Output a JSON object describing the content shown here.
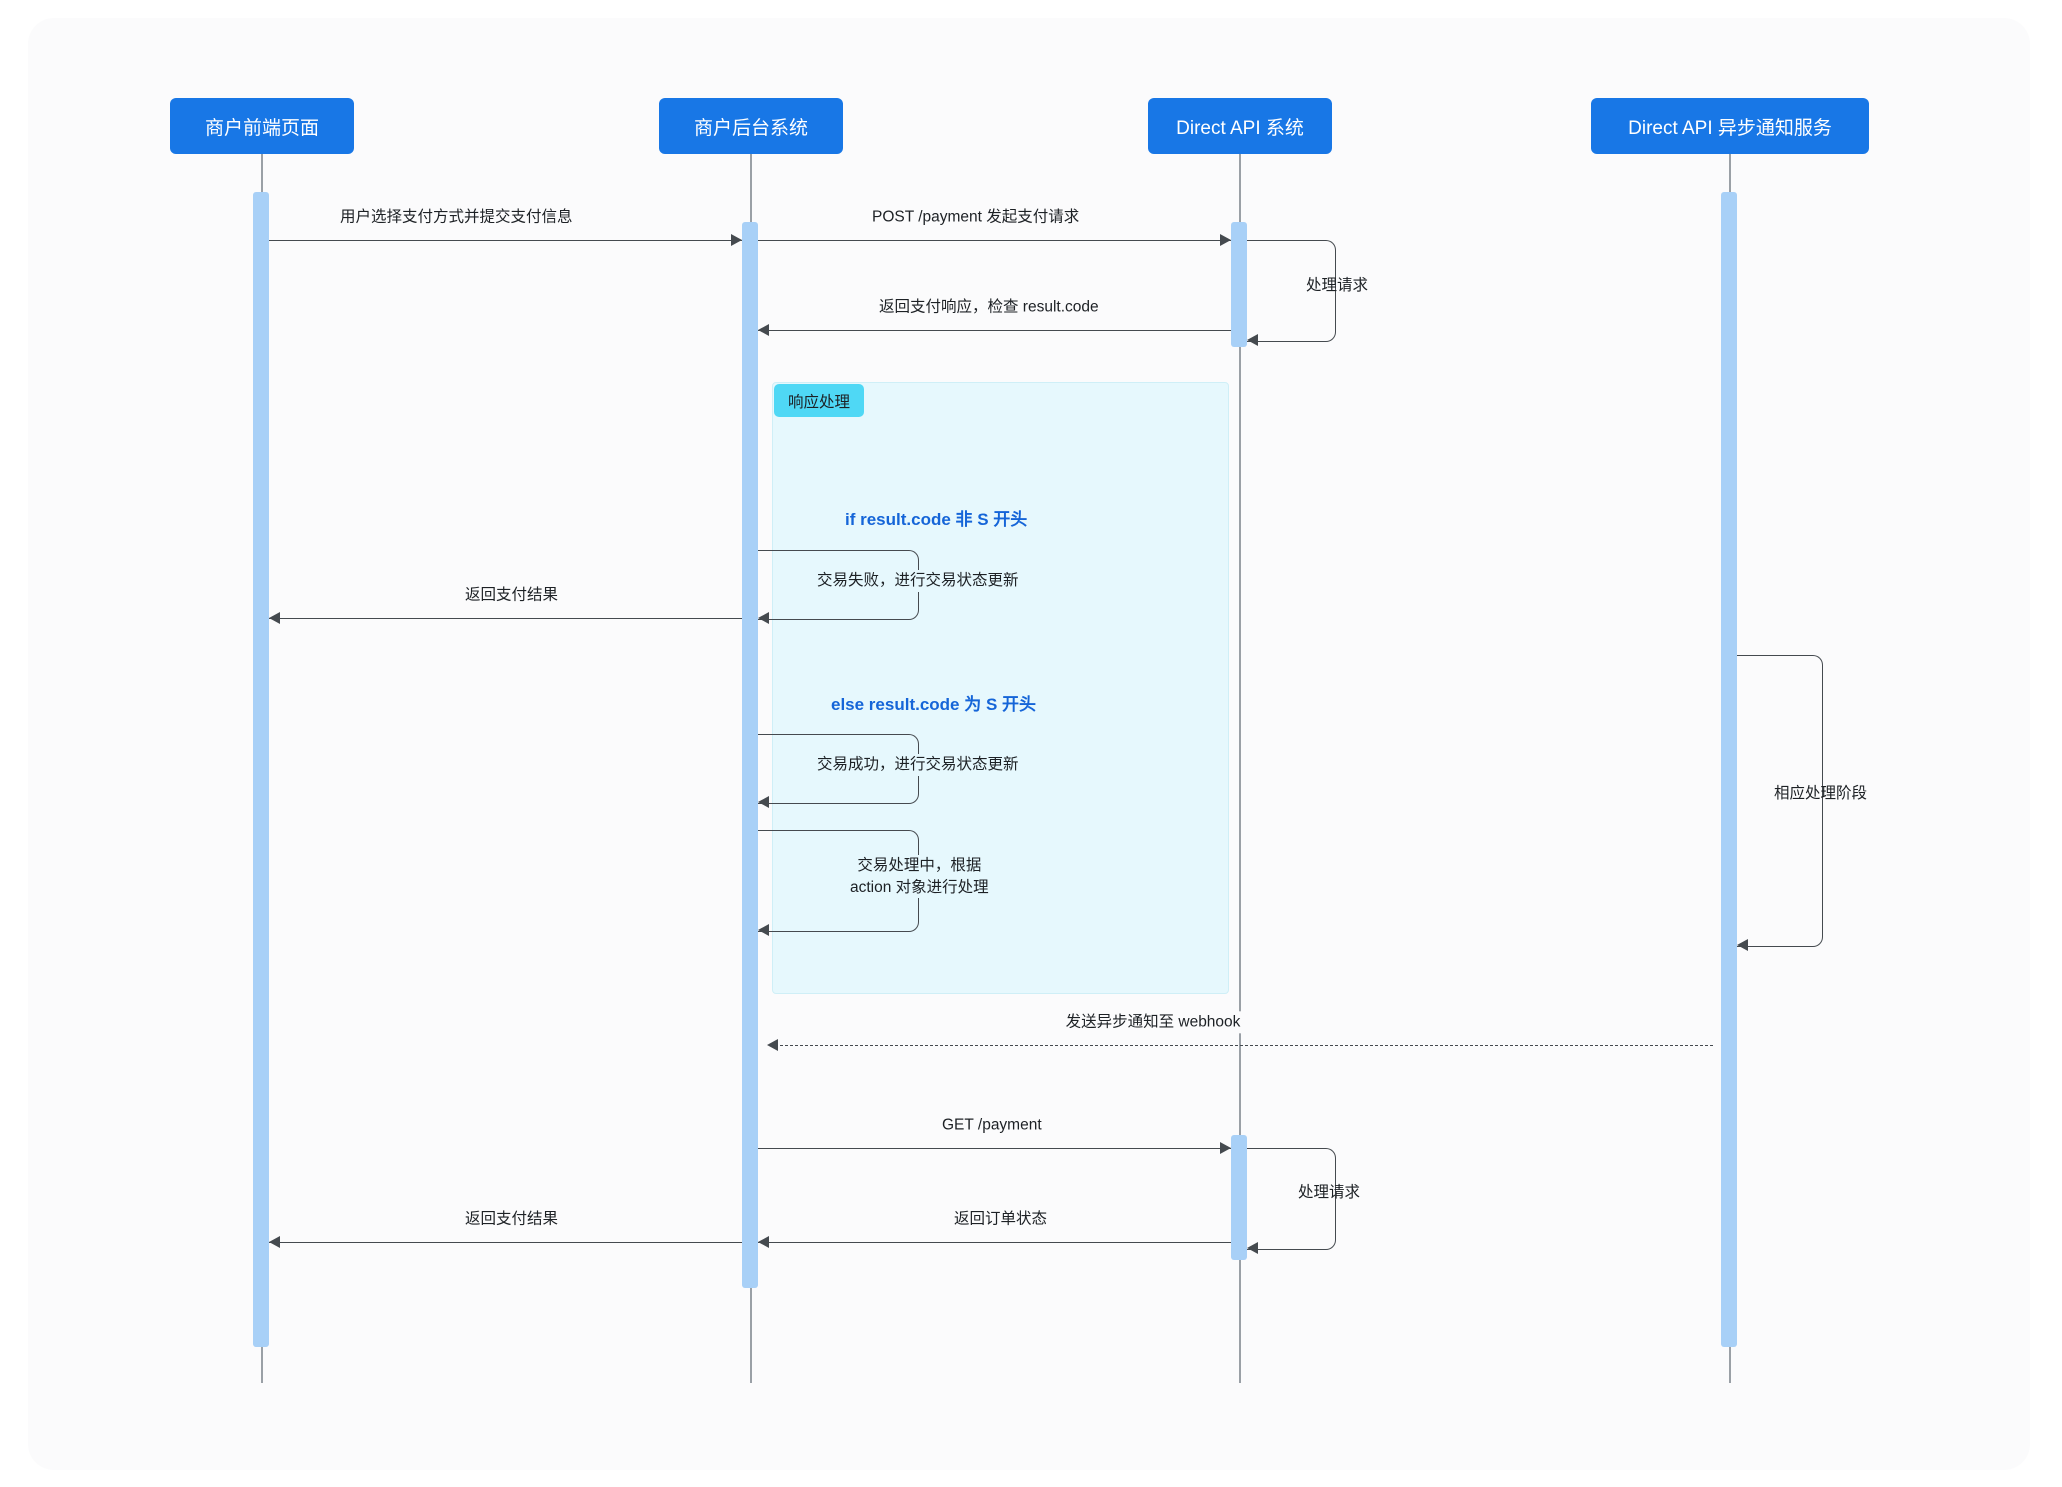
{
  "diagram": {
    "type": "sequence",
    "title": "",
    "actors": [
      {
        "id": "frontend",
        "label": "商户前端页面"
      },
      {
        "id": "backend",
        "label": "商户后台系统"
      },
      {
        "id": "api",
        "label": "Direct API 系统"
      },
      {
        "id": "notify",
        "label": "Direct API 异步通知服务"
      }
    ],
    "messages": [
      {
        "id": "m1",
        "from": "frontend",
        "to": "backend",
        "label": "用户选择支付方式并提交支付信息",
        "style": "solid"
      },
      {
        "id": "m2",
        "from": "backend",
        "to": "api",
        "label": "POST /payment 发起支付请求",
        "style": "solid"
      },
      {
        "id": "m3",
        "from": "api",
        "to": "api",
        "label": "处理请求",
        "style": "self"
      },
      {
        "id": "m4",
        "from": "api",
        "to": "backend",
        "label": "返回支付响应，检查 result.code",
        "style": "solid"
      },
      {
        "id": "m5",
        "from": "backend",
        "to": "backend",
        "label": "交易失败，进行交易状态更新",
        "style": "self"
      },
      {
        "id": "m6",
        "from": "backend",
        "to": "frontend",
        "label": "返回支付结果",
        "style": "solid"
      },
      {
        "id": "m7",
        "from": "backend",
        "to": "backend",
        "label": "交易成功，进行交易状态更新",
        "style": "self"
      },
      {
        "id": "m8",
        "from": "backend",
        "to": "backend",
        "label": "交易处理中，根据\naction 对象进行处理",
        "style": "self"
      },
      {
        "id": "m9",
        "from": "notify",
        "to": "notify",
        "label": "相应处理阶段",
        "style": "self"
      },
      {
        "id": "m10",
        "from": "notify",
        "to": "backend",
        "label": "发送异步通知至 webhook",
        "style": "dashed"
      },
      {
        "id": "m11",
        "from": "backend",
        "to": "api",
        "label": "GET /payment",
        "style": "solid"
      },
      {
        "id": "m12",
        "from": "api",
        "to": "api",
        "label": "处理请求",
        "style": "self"
      },
      {
        "id": "m13",
        "from": "api",
        "to": "backend",
        "label": "返回订单状态",
        "style": "solid"
      },
      {
        "id": "m14",
        "from": "backend",
        "to": "frontend",
        "label": "返回支付结果",
        "style": "solid"
      }
    ],
    "fragment": {
      "tab_label": "响应处理",
      "conditions": [
        {
          "id": "cond-if",
          "label": "if result.code 非 S 开头"
        },
        {
          "id": "cond-else",
          "label": "else result.code 为 S 开头"
        }
      ]
    },
    "colors": {
      "actor_fill": "#1877e6",
      "actor_text": "#ffffff",
      "activation_fill": "#a8d0f7",
      "lifeline": "#9aa0a6",
      "arrow": "#454a4f",
      "fragment_fill": "#e6f8fd",
      "fragment_tab": "#4fd8f5",
      "condition_text": "#1565d8",
      "canvas": "#fbfbfc"
    }
  }
}
